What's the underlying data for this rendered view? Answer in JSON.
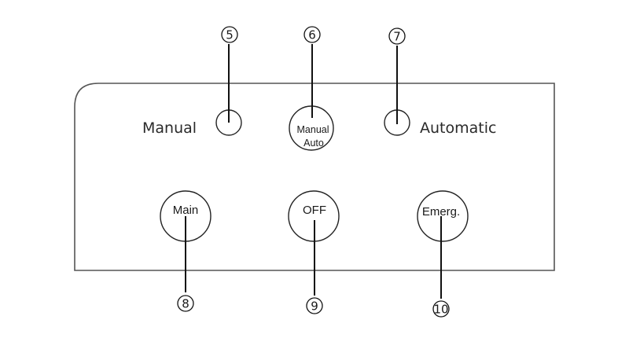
{
  "panel": {
    "left_label": "Manual",
    "right_label": "Automatic"
  },
  "buttons": {
    "mode_line1": "Manual",
    "mode_line2": "Auto",
    "main": "Main",
    "off": "OFF",
    "emerg": "Emerg."
  },
  "callouts": {
    "c5": "5",
    "c6": "6",
    "c7": "7",
    "c8": "8",
    "c9": "9",
    "c10": "10"
  }
}
